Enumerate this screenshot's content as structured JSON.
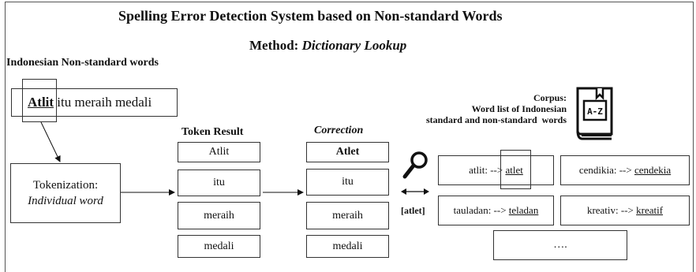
{
  "title": "Spelling Error Detection System based on Non-standard Words",
  "method": {
    "prefix": "Method: ",
    "name": "Dictionary Lookup"
  },
  "input": {
    "section_label": "Indonesian Non-standard words",
    "highlight_word": "Atlit",
    "rest_text": " itu meraih medali"
  },
  "tokenization": {
    "line1": "Tokenization:",
    "line2": "Individual word"
  },
  "token_result": {
    "heading": "Token Result",
    "tokens": [
      "Atlit",
      "itu",
      "meraih",
      "medali"
    ]
  },
  "correction": {
    "heading": "Correction",
    "tokens": [
      "Atlet",
      "itu",
      "meraih",
      "medali"
    ]
  },
  "lookup": {
    "query_label": "[atlet]"
  },
  "corpus": {
    "line1": "Corpus:",
    "line2": "Word list of Indonesian",
    "line3": "standard and non-standard  words",
    "book_label": "A-Z"
  },
  "dictionary": {
    "entries": [
      {
        "wrong": "atlit: --> ",
        "right": "atlet"
      },
      {
        "wrong": "cendikia: --> ",
        "right": "cendekia"
      },
      {
        "wrong": "tauladan: --> ",
        "right": "teladan"
      },
      {
        "wrong": "kreativ: --> ",
        "right": "kreatif"
      }
    ],
    "more": "…."
  }
}
